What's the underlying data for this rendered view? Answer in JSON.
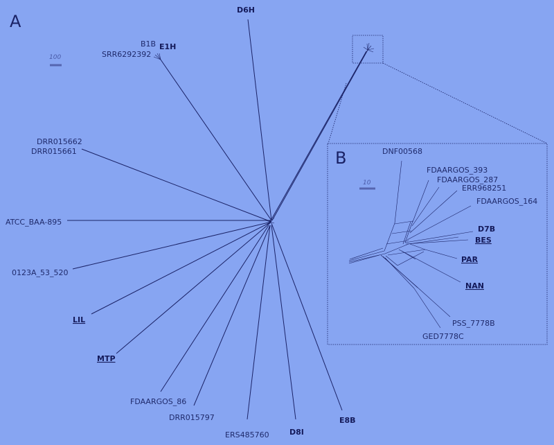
{
  "panels": {
    "a": "A",
    "b": "B"
  },
  "scale_bars": {
    "a": "100",
    "b": "10"
  },
  "panel_a_labels": {
    "d6h": "D6H",
    "b1b": "B1B",
    "e1h": "E1H",
    "srr6292392": "SRR6292392",
    "drr015662": "DRR015662",
    "drr015661": "DRR015661",
    "atcc": "ATCC_BAA-895",
    "a0123": "0123A_53_520",
    "lil": "LIL",
    "mtp": "MTP",
    "fdaargos_86": "FDAARGOS_86",
    "drr015797": "DRR015797",
    "ers485760": "ERS485760",
    "d8i": "D8I",
    "e8b": "E8B"
  },
  "panel_b_labels": {
    "dnf00568": "DNF00568",
    "fdaargos_393": "FDAARGOS_393",
    "fdaargos_287": "FDAARGOS_287",
    "err968251": "ERR968251",
    "fdaargos_164": "FDAARGOS_164",
    "d7b": "D7B",
    "bes": "BES",
    "par": "PAR",
    "nan": "NAN",
    "pss_7778b": "PSS_7778B",
    "ged7778c": "GED7778C"
  }
}
